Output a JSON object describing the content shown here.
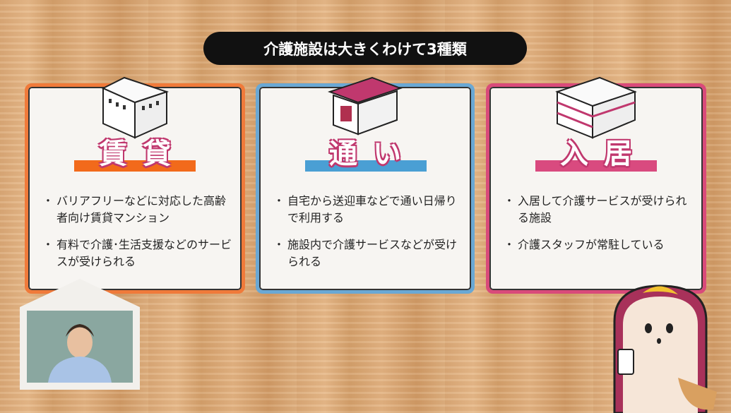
{
  "title": "介護施設は大きくわけて3種類",
  "cards": [
    {
      "heading": "賃貸",
      "color": "#f07a3a",
      "icon": "apartment-building-icon",
      "bullets": [
        "バリアフリーなどに対応した高齢者向け賃貸マンション",
        "有料で介護･生活支援などのサービスが受けられる"
      ]
    },
    {
      "heading": "通い",
      "color": "#5fa3d0",
      "icon": "day-care-building-icon",
      "bullets": [
        "自宅から送迎車などで通い日帰りで利用する",
        "施設内で介護サービスなどが受けられる"
      ]
    },
    {
      "heading": "入居",
      "color": "#d94a7a",
      "icon": "residential-facility-icon",
      "bullets": [
        "入居して介護サービスが受けられる施設",
        "介護スタッフが常駐している"
      ]
    }
  ]
}
